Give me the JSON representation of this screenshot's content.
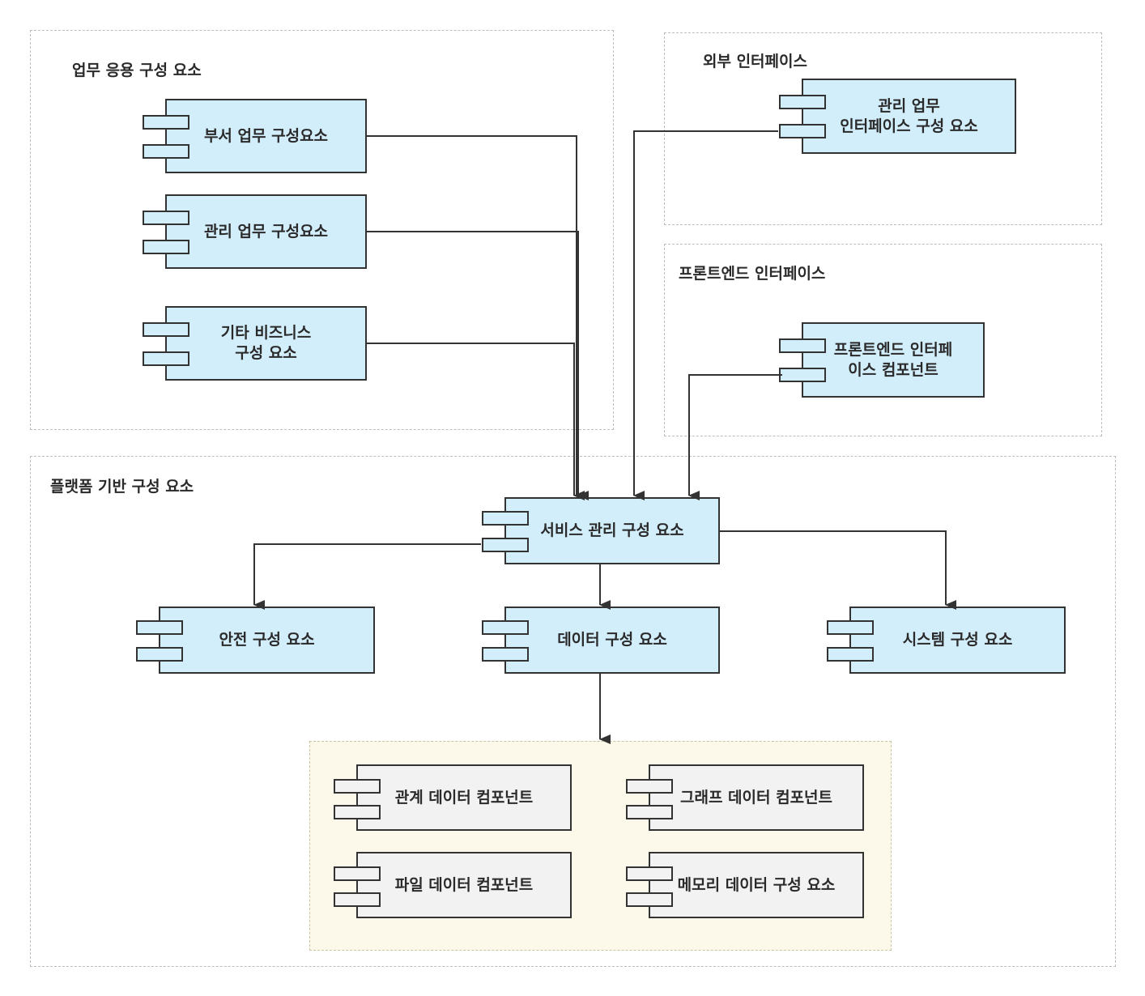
{
  "groups": {
    "business": "업무 응용 구성 요소",
    "external": "외부 인터페이스",
    "frontend": "프론트엔드 인터페이스",
    "platform": "플랫폼 기반 구성 요소"
  },
  "components": {
    "dept_business": "부서 업무 구성요소",
    "admin_business": "관리 업무 구성요소",
    "other_business": "기타 비즈니스\n구성 요소",
    "admin_interface": "관리 업무\n인터페이스 구성 요소",
    "frontend_interface": "프론트엔드 인터페\n이스 컴포넌트",
    "service_mgmt": "서비스 관리 구성 요소",
    "security": "안전 구성 요소",
    "data": "데이터 구성 요소",
    "system": "시스템 구성 요소",
    "relational_data": "관계 데이터 컴포넌트",
    "graph_data": "그래프 데이터 컴포넌트",
    "file_data": "파일 데이터 컴포넌트",
    "memory_data": "메모리 데이터 구성 요소"
  },
  "colors": {
    "component_fill": "#d3eefb",
    "data_component_fill": "#f2f2f2",
    "data_group_fill": "#fcf9ea",
    "line": "#333333"
  }
}
